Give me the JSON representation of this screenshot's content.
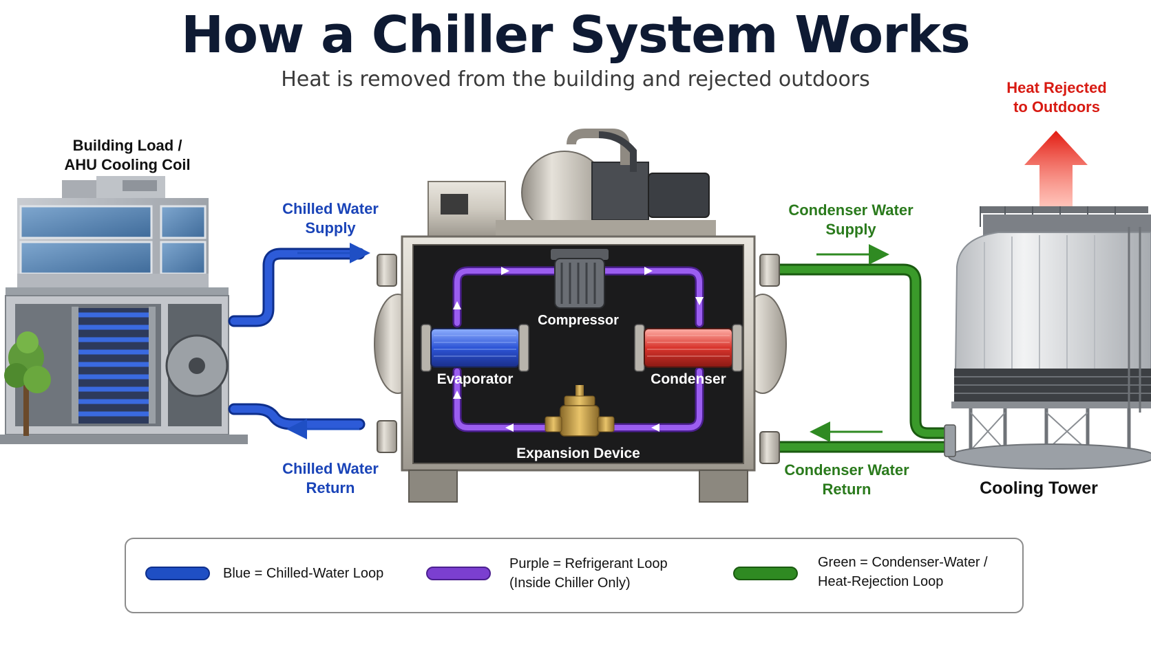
{
  "title": "How a Chiller System Works",
  "subtitle": "Heat is removed from the building and rejected outdoors",
  "labels": {
    "building_load_1": "Building Load /",
    "building_load_2": "AHU Cooling Coil",
    "chilled_supply_1": "Chilled Water",
    "chilled_supply_2": "Supply",
    "chilled_return_1": "Chilled Water",
    "chilled_return_2": "Return",
    "condenser_supply_1": "Condenser Water",
    "condenser_supply_2": "Supply",
    "condenser_return_1": "Condenser Water",
    "condenser_return_2": "Return",
    "heat_rejected_1": "Heat Rejected",
    "heat_rejected_2": "to Outdoors",
    "compressor": "Compressor",
    "evaporator": "Evaporator",
    "condenser": "Condenser",
    "expansion_device": "Expansion Device",
    "cooling_tower": "Cooling Tower"
  },
  "legend": {
    "blue": "Blue = Chilled-Water Loop",
    "purple_1": "Purple  =  Refrigerant Loop",
    "purple_2": "(Inside Chiller Only)",
    "green_1": "Green = Condenser-Water /",
    "green_2": "Heat-Rejection Loop"
  },
  "colors": {
    "chilled_water": "#1f4fc4",
    "refrigerant": "#7b3fd0",
    "condenser_water": "#2f8a22",
    "heat": "#e02018",
    "title": "#0e1a33"
  }
}
